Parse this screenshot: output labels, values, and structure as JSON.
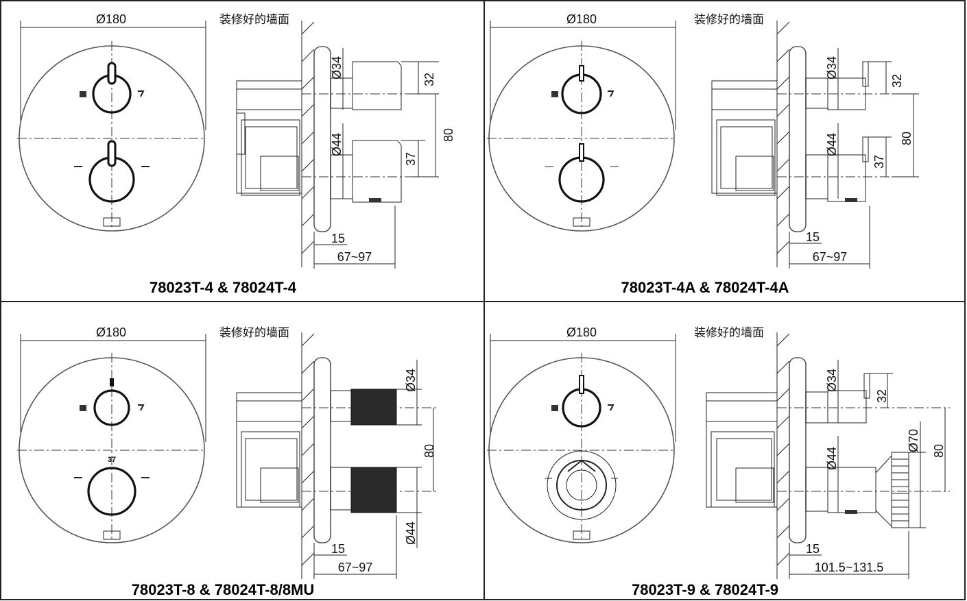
{
  "diagrams": [
    {
      "caption": "78023T-4 & 78024T-4",
      "diameter": "Ø180",
      "wall_label": "装修好的墙面",
      "upper_dia": "Ø34",
      "lower_dia": "Ø44",
      "dim_upper": "32",
      "dim_lower": "37",
      "dim_spacing": "80",
      "dim_plate": "15",
      "dim_depth": "67~97"
    },
    {
      "caption": "78023T-4A & 78024T-4A",
      "diameter": "Ø180",
      "wall_label": "装修好的墙面",
      "upper_dia": "Ø34",
      "lower_dia": "Ø44",
      "dim_upper": "32",
      "dim_lower": "37",
      "dim_spacing": "80",
      "dim_plate": "15",
      "dim_depth": "67~97"
    },
    {
      "caption": "78023T-8 & 78024T-8/8MU",
      "diameter": "Ø180",
      "wall_label": "装修好的墙面",
      "upper_dia": "Ø34",
      "lower_dia": "Ø44",
      "dim_spacing": "80",
      "dim_plate": "15",
      "dim_depth": "67~97",
      "knob_marking": "37"
    },
    {
      "caption": "78023T-9 & 78024T-9",
      "diameter": "Ø180",
      "wall_label": "装修好的墙面",
      "upper_dia": "Ø34",
      "lower_dia": "Ø44",
      "dim_upper": "32",
      "dim_knob": "Ø70",
      "dim_spacing": "80",
      "dim_plate": "15",
      "dim_depth": "101.5~131.5"
    }
  ]
}
